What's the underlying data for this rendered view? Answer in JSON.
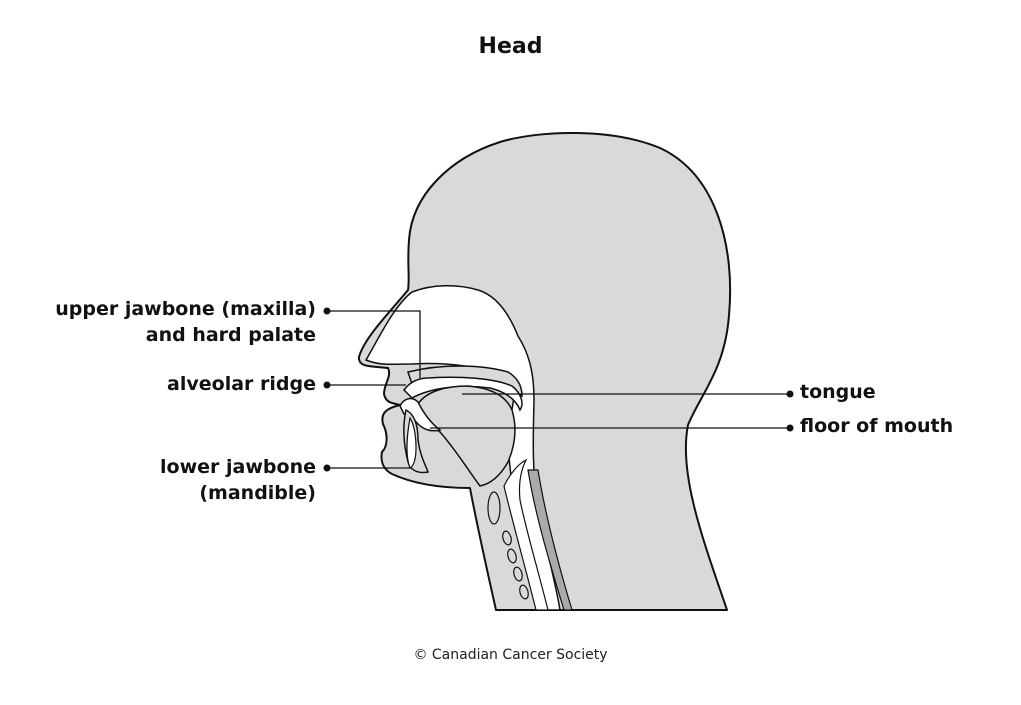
{
  "title": "Head",
  "labels": {
    "upper_jawbone": [
      "upper jawbone (maxilla)",
      "and hard palate"
    ],
    "alveolar_ridge": "alveolar ridge",
    "lower_jawbone": [
      "lower jawbone",
      "(mandible)"
    ],
    "tongue": "tongue",
    "floor_of_mouth": "floor of mouth"
  },
  "credit": "© Canadian Cancer Society",
  "colors": {
    "head_fill": "#d9d9d9",
    "outline": "#111111",
    "cavity_fill": "#ffffff",
    "spine_fill": "#aaaaaa"
  }
}
